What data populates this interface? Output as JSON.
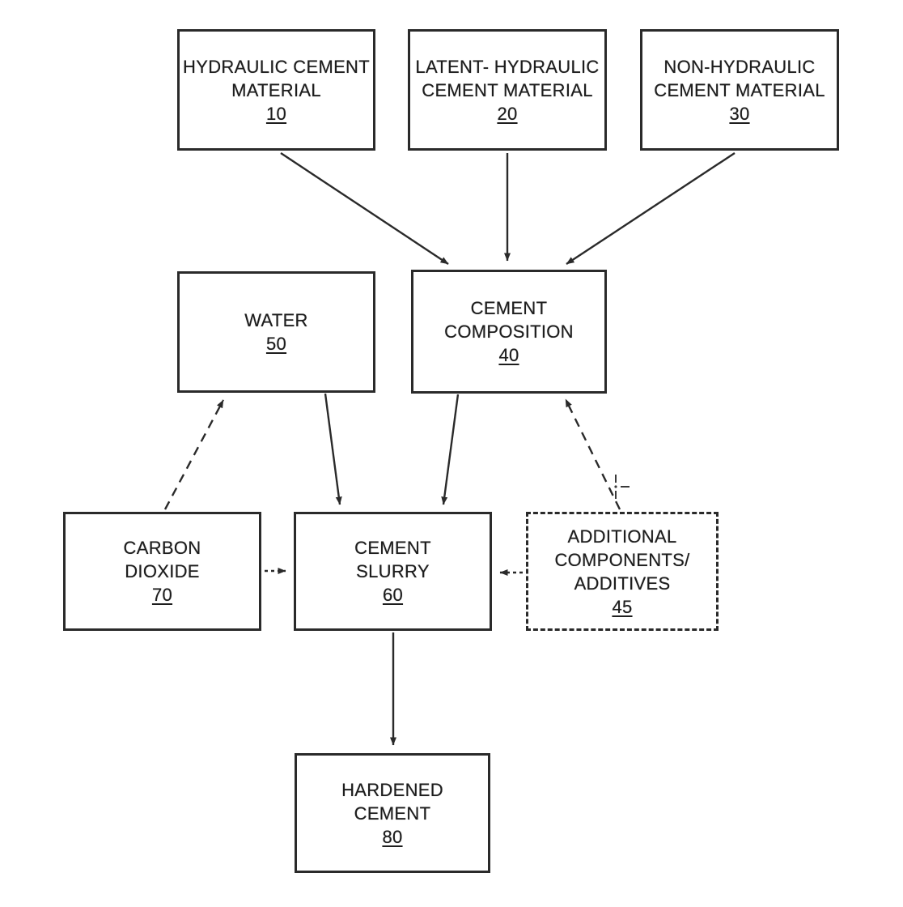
{
  "figure": {
    "kind": "flowchart",
    "background": "#ffffff",
    "ink_color": "#2a2a2a",
    "boxes": [
      {
        "name": "hydraulic-cement-material",
        "lines": [
          "HYDRAULIC CEMENT",
          "MATERIAL"
        ],
        "ref": "10",
        "border": "solid"
      },
      {
        "name": "latent-hydraulic-cement-material",
        "lines": [
          "LATENT- HYDRAULIC",
          "CEMENT MATERIAL"
        ],
        "ref": "20",
        "border": "solid"
      },
      {
        "name": "non-hydraulic-cement-material",
        "lines": [
          "NON-HYDRAULIC",
          "CEMENT MATERIAL"
        ],
        "ref": "30",
        "border": "solid"
      },
      {
        "name": "water",
        "lines": [
          "WATER"
        ],
        "ref": "50",
        "border": "solid"
      },
      {
        "name": "cement-composition",
        "lines": [
          "CEMENT",
          "COMPOSITION"
        ],
        "ref": "40",
        "border": "solid"
      },
      {
        "name": "carbon-dioxide",
        "lines": [
          "CARBON",
          "DIOXIDE"
        ],
        "ref": "70",
        "border": "solid"
      },
      {
        "name": "cement-slurry",
        "lines": [
          "CEMENT",
          "SLURRY"
        ],
        "ref": "60",
        "border": "solid"
      },
      {
        "name": "additional-components-additives",
        "lines": [
          "ADDITIONAL",
          "COMPONENTS/",
          "ADDITIVES"
        ],
        "ref": "45",
        "border": "dashed"
      },
      {
        "name": "hardened-cement",
        "lines": [
          "HARDENED",
          "CEMENT"
        ],
        "ref": "80",
        "border": "solid"
      }
    ],
    "edges": [
      {
        "from": "10",
        "to": "40",
        "style": "solid"
      },
      {
        "from": "20",
        "to": "40",
        "style": "solid"
      },
      {
        "from": "30",
        "to": "40",
        "style": "solid"
      },
      {
        "from": "50",
        "to": "60",
        "style": "solid"
      },
      {
        "from": "40",
        "to": "60",
        "style": "solid"
      },
      {
        "from": "70",
        "to": "50",
        "style": "dashed"
      },
      {
        "from": "45",
        "to": "40",
        "style": "dashed"
      },
      {
        "from": "70",
        "to": "60",
        "style": "dashed"
      },
      {
        "from": "45",
        "to": "60",
        "style": "dashed"
      },
      {
        "from": "60",
        "to": "80",
        "style": "solid"
      }
    ]
  }
}
